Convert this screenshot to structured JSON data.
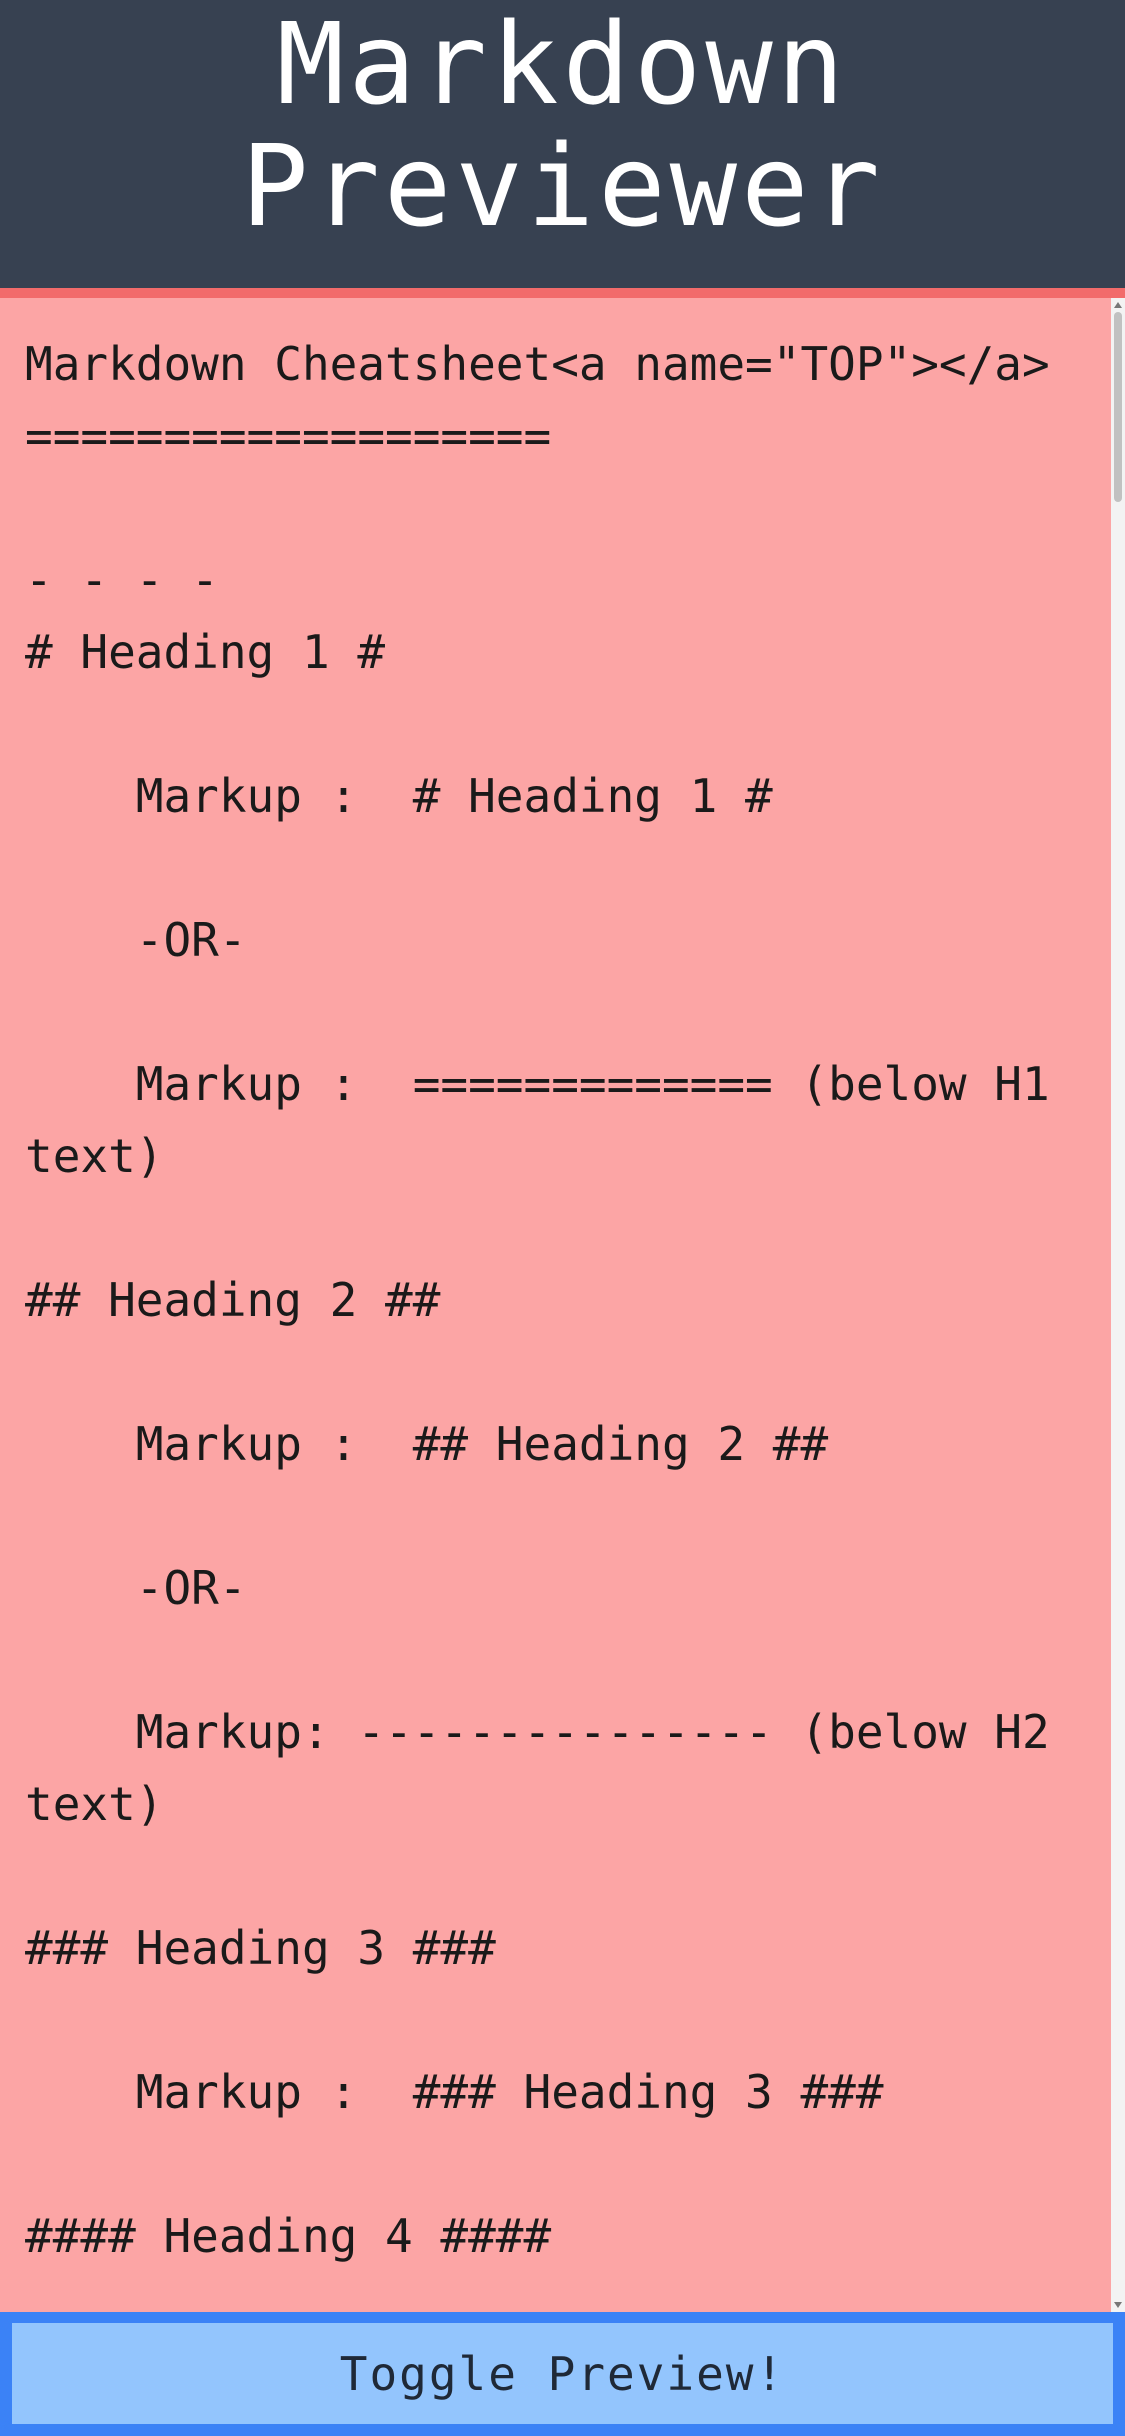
{
  "header": {
    "title": "Markdown\nPreviewer"
  },
  "editor": {
    "content": "Markdown Cheatsheet<a name=\"TOP\"></a>\n===================\n\n- - - -\n# Heading 1 #\n\n    Markup :  # Heading 1 #\n\n    -OR-\n\n    Markup :  ============= (below H1 text)\n\n## Heading 2 ##\n\n    Markup :  ## Heading 2 ##\n\n    -OR-\n\n    Markup: --------------- (below H2 text)\n\n### Heading 3 ###\n\n    Markup :  ### Heading 3 ###\n\n#### Heading 4 ####"
  },
  "toggle": {
    "label": "Toggle Preview!"
  },
  "colors": {
    "header_bg": "#374151",
    "accent": "#f26b6b",
    "editor_bg": "#fca5a5",
    "button_border": "#3b82f6",
    "button_bg": "#93c5fd"
  }
}
